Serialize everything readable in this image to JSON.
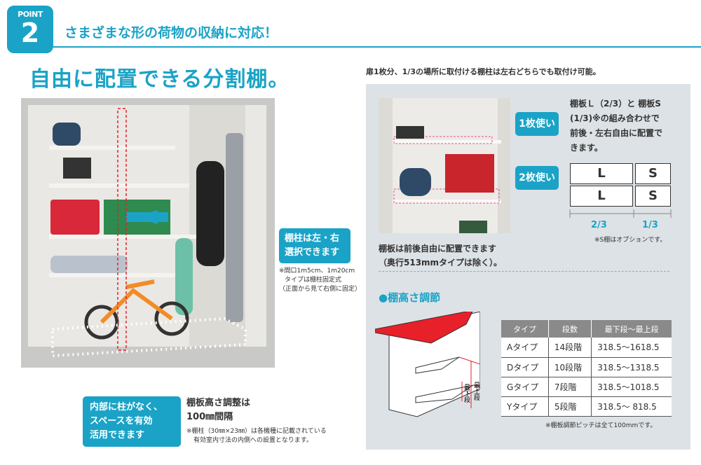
{
  "header": {
    "badge_label": "POINT",
    "badge_number": "2",
    "subtitle": "さまざまな形の荷物の収納に対応！",
    "heading": "自由に配置できる分割棚。"
  },
  "left": {
    "callout_pillar": [
      "棚柱は左・右",
      "選択できます"
    ],
    "pillar_note": [
      "※間口1m5cm、1m20cm",
      "タイプは棚柱固定式",
      "（正面から見て右側に固定）"
    ],
    "callout_space": [
      "内部に柱がなく、",
      "スペースを有効",
      "活用できます"
    ],
    "adjust_title": [
      "棚板高さ調整は",
      "100㎜間隔"
    ],
    "adjust_note": [
      "※棚柱（30㎜×23㎜）は各機種に記載されている",
      "有効室内寸法の内側への設置となります。"
    ]
  },
  "right": {
    "caption": "扉1枚分、1/3の場所に取付ける棚柱は左右どちらでも取付け可能。",
    "pill_one": "1枚使い",
    "pill_two": "2枚使い",
    "combo_text": [
      "棚板Ｌ（2/3）と 棚板S",
      "(1/3)※の組み合わせで",
      "前後・左右自由に配置で",
      "きます。"
    ],
    "grid": [
      [
        "L",
        "S"
      ],
      [
        "L",
        "S"
      ]
    ],
    "dim_left": "2/3",
    "dim_right": "1/3",
    "option_note": "※S棚はオプションです。",
    "photo_caption": [
      "棚板は前後自由に配置できます",
      "（奥行513mmタイプは除く）。"
    ],
    "section_title": "●棚高さ調節",
    "diagram_labels": {
      "top": "最上段",
      "bottom": "最下段"
    },
    "table": {
      "headers": [
        "タイプ",
        "段数",
        "最下段～最上段"
      ],
      "rows": [
        [
          "Aタイプ",
          "14段階",
          "318.5～1618.5"
        ],
        [
          "Dタイプ",
          "10段階",
          "318.5～1318.5"
        ],
        [
          "Gタイプ",
          "7段階",
          "318.5～1018.5"
        ],
        [
          "Yタイプ",
          "5段階",
          "318.5～ 818.5"
        ]
      ]
    },
    "table_note": "※棚板調節ピッチは全て100mmです。"
  },
  "colors": {
    "accent": "#1aa3c6",
    "panel": "#dde2e6",
    "highlight": "#e8202a"
  }
}
